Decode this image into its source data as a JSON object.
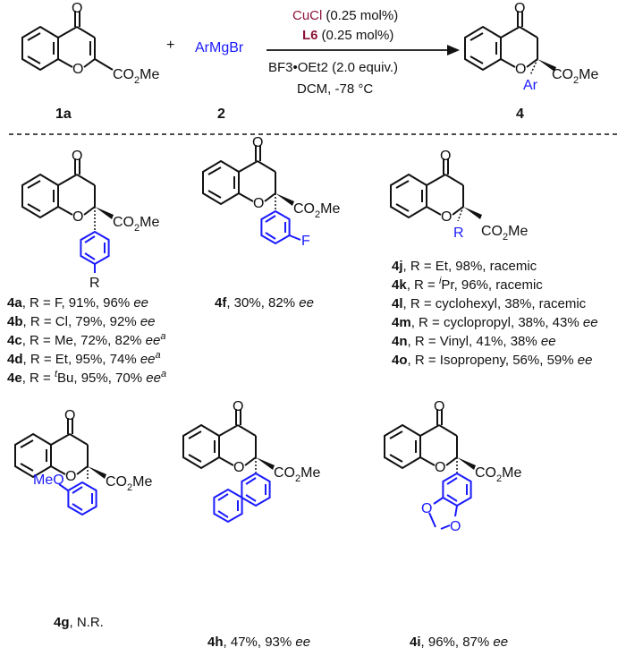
{
  "reaction": {
    "substrate_label": "1a",
    "reagent": "ArMgBr",
    "reagent_label": "2",
    "plus": "+",
    "product_label": "4",
    "conditions": {
      "catalyst": "CuCl",
      "catalyst_loading": "(0.25 mol%)",
      "ligand": "L6",
      "ligand_loading": "(0.25 mol%)",
      "additive": "BF3•OEt2 (2.0 equiv.)",
      "solvent_temp": "DCM, -78 °C"
    }
  },
  "atoms": {
    "O": "O",
    "F": "F",
    "R": "R",
    "Ar": "Ar",
    "MeO": "MeO",
    "ester_left": "CO",
    "ester_sub": "2",
    "ester_right": "Me"
  },
  "entries_left": [
    {
      "label": "4a",
      "text": ", R = F, 91%, 96% ",
      "ee": "ee",
      "note": ""
    },
    {
      "label": "4b",
      "text": ", R = Cl, 79%, 92% ",
      "ee": "ee",
      "note": ""
    },
    {
      "label": "4c",
      "text": ", R = Me, 72%, 82% ",
      "ee": "ee",
      "note": "a"
    },
    {
      "label": "4d",
      "text": ", R = Et, 95%, 74% ",
      "ee": "ee",
      "note": "a"
    },
    {
      "label": "4e",
      "text": ", R = ",
      "prefix": "t",
      "text2": "Bu, 95%, 70% ",
      "ee": "ee",
      "note": "a"
    }
  ],
  "entry_4f": {
    "label": "4f",
    "text": ", 30%, 82% ",
    "ee": "ee"
  },
  "entries_right": [
    {
      "label": "4j",
      "text": ", R = Et, 98%, racemic",
      "ee": ""
    },
    {
      "label": "4k",
      "text": ", R = ",
      "prefix": "i",
      "text2": "Pr, 96%, racemic",
      "ee": ""
    },
    {
      "label": "4l",
      "text": ", R = cyclohexyl, 38%, racemic",
      "ee": ""
    },
    {
      "label": "4m",
      "text": ", R = cyclopropyl, 38%, 43% ",
      "ee": "ee"
    },
    {
      "label": "4n",
      "text": ", R = Vinyl, 41%, 38% ",
      "ee": "ee"
    },
    {
      "label": "4o",
      "text": ", R = Isopropeny, 56%, 59% ",
      "ee": "ee"
    }
  ],
  "entry_4g": {
    "label": "4g",
    "text": ", N.R."
  },
  "entry_4h": {
    "label": "4h",
    "text": ", 47%, 93% ",
    "ee": "ee"
  },
  "entry_4i": {
    "label": "4i",
    "text": ", 96%, 87% ",
    "ee": "ee"
  },
  "colors": {
    "highlight": "#1a1aff",
    "catalyst": "#8b1538",
    "ink": "#111111"
  }
}
